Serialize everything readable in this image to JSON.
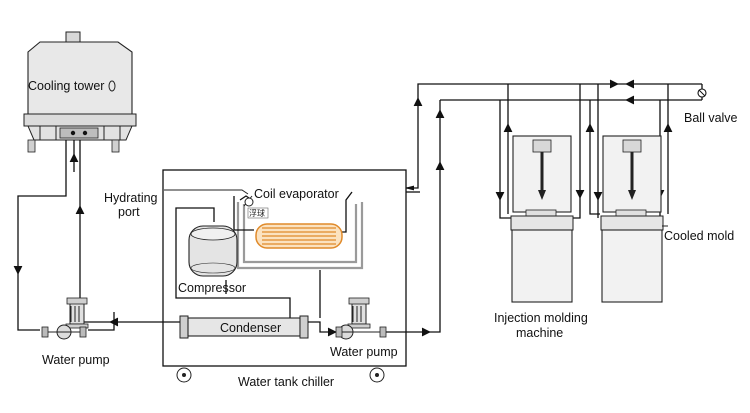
{
  "labels": {
    "cooling_tower": "Cooling tower",
    "hydrating_port_line1": "Hydrating",
    "hydrating_port_line2": "port",
    "coil_evaporator": "Coil evaporator",
    "float_ball": "浮球",
    "compressor": "Compressor",
    "condenser": "Condenser",
    "water_pump_left": "Water pump",
    "water_pump_right": "Water pump",
    "water_tank_chiller": "Water tank chiller",
    "injection_molding_line1": "Injection molding",
    "injection_molding_line2": "machine",
    "cooled_mold": "Cooled mold",
    "ball_valve": "Ball valve"
  },
  "colors": {
    "line": "#111111",
    "tower_fill": "#e6e6e6",
    "coil": "#f0a64a",
    "tank_wall": "#9a9a9a"
  }
}
